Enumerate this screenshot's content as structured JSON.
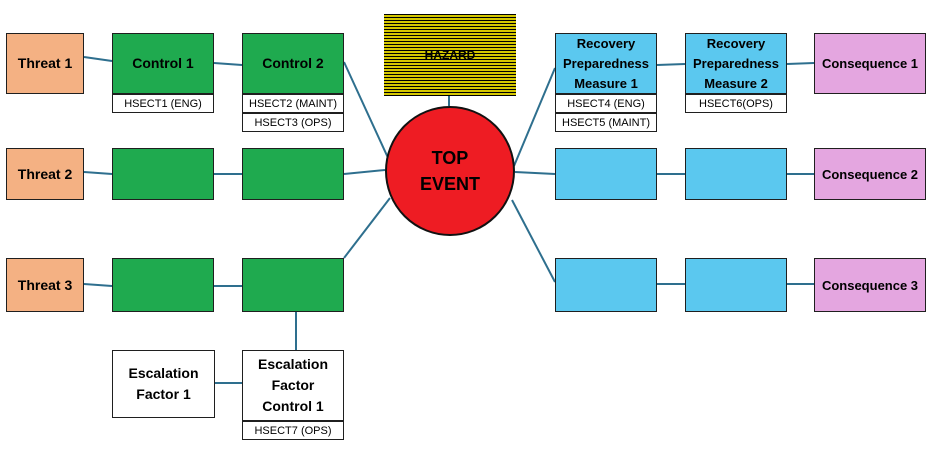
{
  "hazard": "HAZARD",
  "top_event": "TOP\nEVENT",
  "threats": [
    "Threat 1",
    "Threat 2",
    "Threat 3"
  ],
  "controls": {
    "control1": "Control 1",
    "control2": "Control 2",
    "escalation_factor_control": "Escalation\nFactor\nControl 1"
  },
  "escalation_factor": "Escalation\nFactor 1",
  "recovery": {
    "measure1": "Recovery\nPreparedness\nMeasure 1",
    "measure2": "Recovery\nPreparedness\nMeasure 2"
  },
  "consequences": [
    "Consequence 1",
    "Consequence 2",
    "Consequence 3"
  ],
  "tags": {
    "control1": "HSECT1 (ENG)",
    "control2_a": "HSECT2 (MAINT)",
    "control2_b": "HSECT3 (OPS)",
    "measure1_a": "HSECT4 (ENG)",
    "measure1_b": "HSECT5 (MAINT)",
    "measure2": "HSECT6(OPS)",
    "escalation_control": "HSECT7 (OPS)"
  },
  "colors": {
    "threat": "#f4b183",
    "control": "#1faa4f",
    "recovery": "#5bc8ef",
    "consequence": "#e4a6e0",
    "top_event": "#ee1c23",
    "hazard": "#d4c700",
    "line": "#2e6f8e"
  }
}
